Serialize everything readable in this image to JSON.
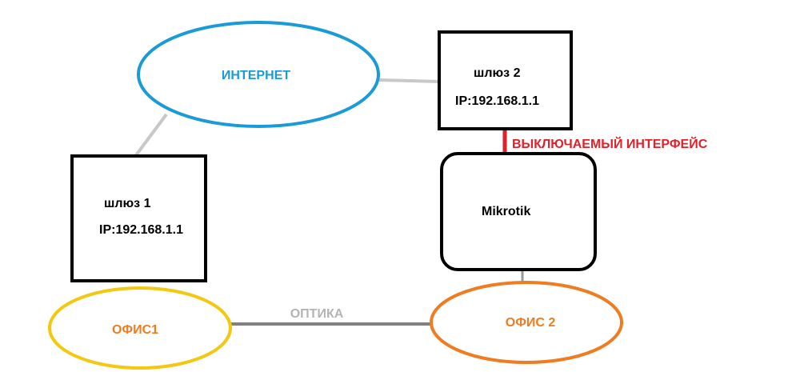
{
  "nodes": {
    "internet": {
      "label": "ИНТЕРНЕТ"
    },
    "gateway1": {
      "name": "шлюз 1",
      "ip": "IP:192.168.1.1"
    },
    "gateway2": {
      "name": "шлюз 2",
      "ip": "IP:192.168.1.1"
    },
    "mikrotik": {
      "label": "Mikrotik"
    },
    "office1": {
      "label": "ОФИС1"
    },
    "office2": {
      "label": "ОФИС 2"
    }
  },
  "links": {
    "fiber_label": "ОПТИКА",
    "switchable_interface_label": "ВЫКЛЮЧАЕМЫЙ ИНТЕРФЕЙС"
  },
  "colors": {
    "internet": "#1a9ad6",
    "office1_outline": "#f2c811",
    "office_text": "#f07c22",
    "office2_outline": "#f07c22",
    "switchable_link": "#e0202a",
    "gray_link": "#c8c8c8",
    "fiber_link": "#808080",
    "fiber_label": "#b4b4b4",
    "box_outline": "#000000"
  }
}
